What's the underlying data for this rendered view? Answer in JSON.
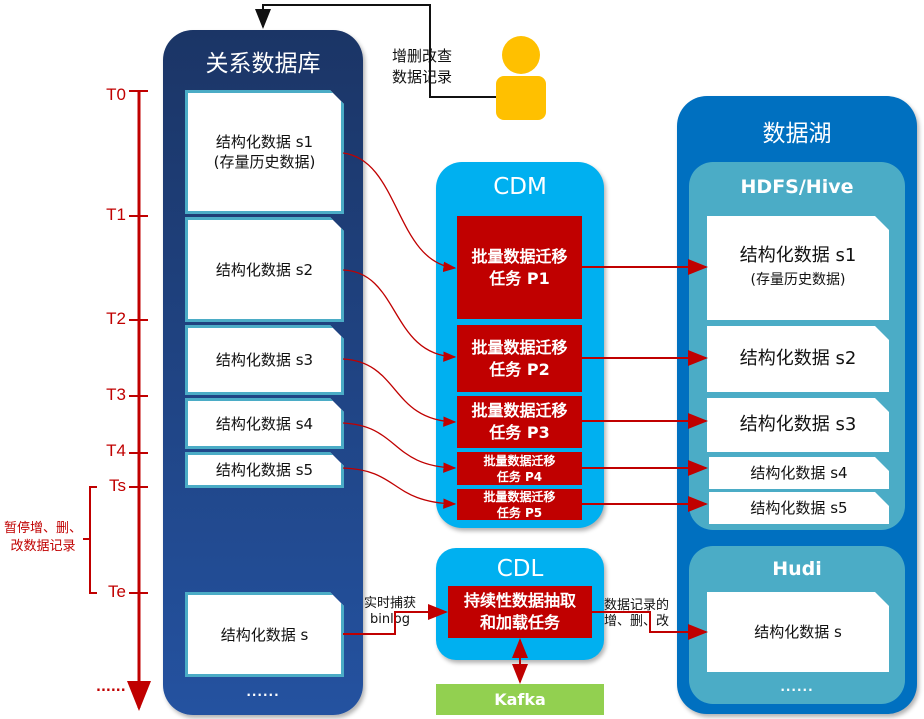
{
  "timeline": {
    "ticks": [
      "T0",
      "T1",
      "T2",
      "T3",
      "T4",
      "Ts",
      "Te"
    ],
    "ellipsis": "......",
    "pause_note": "暂停增、删、改数据记录"
  },
  "user": {
    "action_label_line1": "增删改查",
    "action_label_line2": "数据记录"
  },
  "database": {
    "title": "关系数据库",
    "items": [
      {
        "label": "结构化数据 s1",
        "sub": "(存量历史数据)"
      },
      {
        "label": "结构化数据 s2",
        "sub": ""
      },
      {
        "label": "结构化数据 s3",
        "sub": ""
      },
      {
        "label": "结构化数据 s4",
        "sub": ""
      },
      {
        "label": "结构化数据 s5",
        "sub": ""
      },
      {
        "label": "结构化数据 s",
        "sub": ""
      }
    ],
    "ellipsis": "......"
  },
  "cdm": {
    "title": "CDM",
    "tasks": [
      {
        "line1": "批量数据迁移",
        "line2": "任务 P1"
      },
      {
        "line1": "批量数据迁移",
        "line2": "任务 P2"
      },
      {
        "line1": "批量数据迁移",
        "line2": "任务 P3"
      },
      {
        "line1": "批量数据迁移",
        "line2": "任务 P4"
      },
      {
        "line1": "批量数据迁移",
        "line2": "任务 P5"
      }
    ]
  },
  "cdl": {
    "title": "CDL",
    "task_line1": "持续性数据抽取",
    "task_line2": "和加载任务",
    "input_label_line1": "实时捕获",
    "input_label_line2": "binlog",
    "output_label_line1": "数据记录的",
    "output_label_line2": "增、删、改"
  },
  "kafka": {
    "label": "Kafka"
  },
  "lake": {
    "title": "数据湖",
    "hive": {
      "title": "HDFS/Hive",
      "items": [
        {
          "label": "结构化数据 s1",
          "sub": "(存量历史数据)"
        },
        {
          "label": "结构化数据 s2",
          "sub": ""
        },
        {
          "label": "结构化数据 s3",
          "sub": ""
        },
        {
          "label": "结构化数据 s4",
          "sub": ""
        },
        {
          "label": "结构化数据 s5",
          "sub": ""
        }
      ]
    },
    "hudi": {
      "title": "Hudi",
      "items": [
        {
          "label": "结构化数据 s",
          "sub": ""
        }
      ],
      "ellipsis": "......"
    }
  },
  "colors": {
    "timeline": "#c00000",
    "db_dark": "#1b3566",
    "db_light": "#2452a0",
    "cdm": "#00b0f0",
    "task": "#c00000",
    "lake": "#0070c0",
    "inner": "#4bacc6",
    "kafka": "#92d050",
    "user": "#ffc000"
  }
}
